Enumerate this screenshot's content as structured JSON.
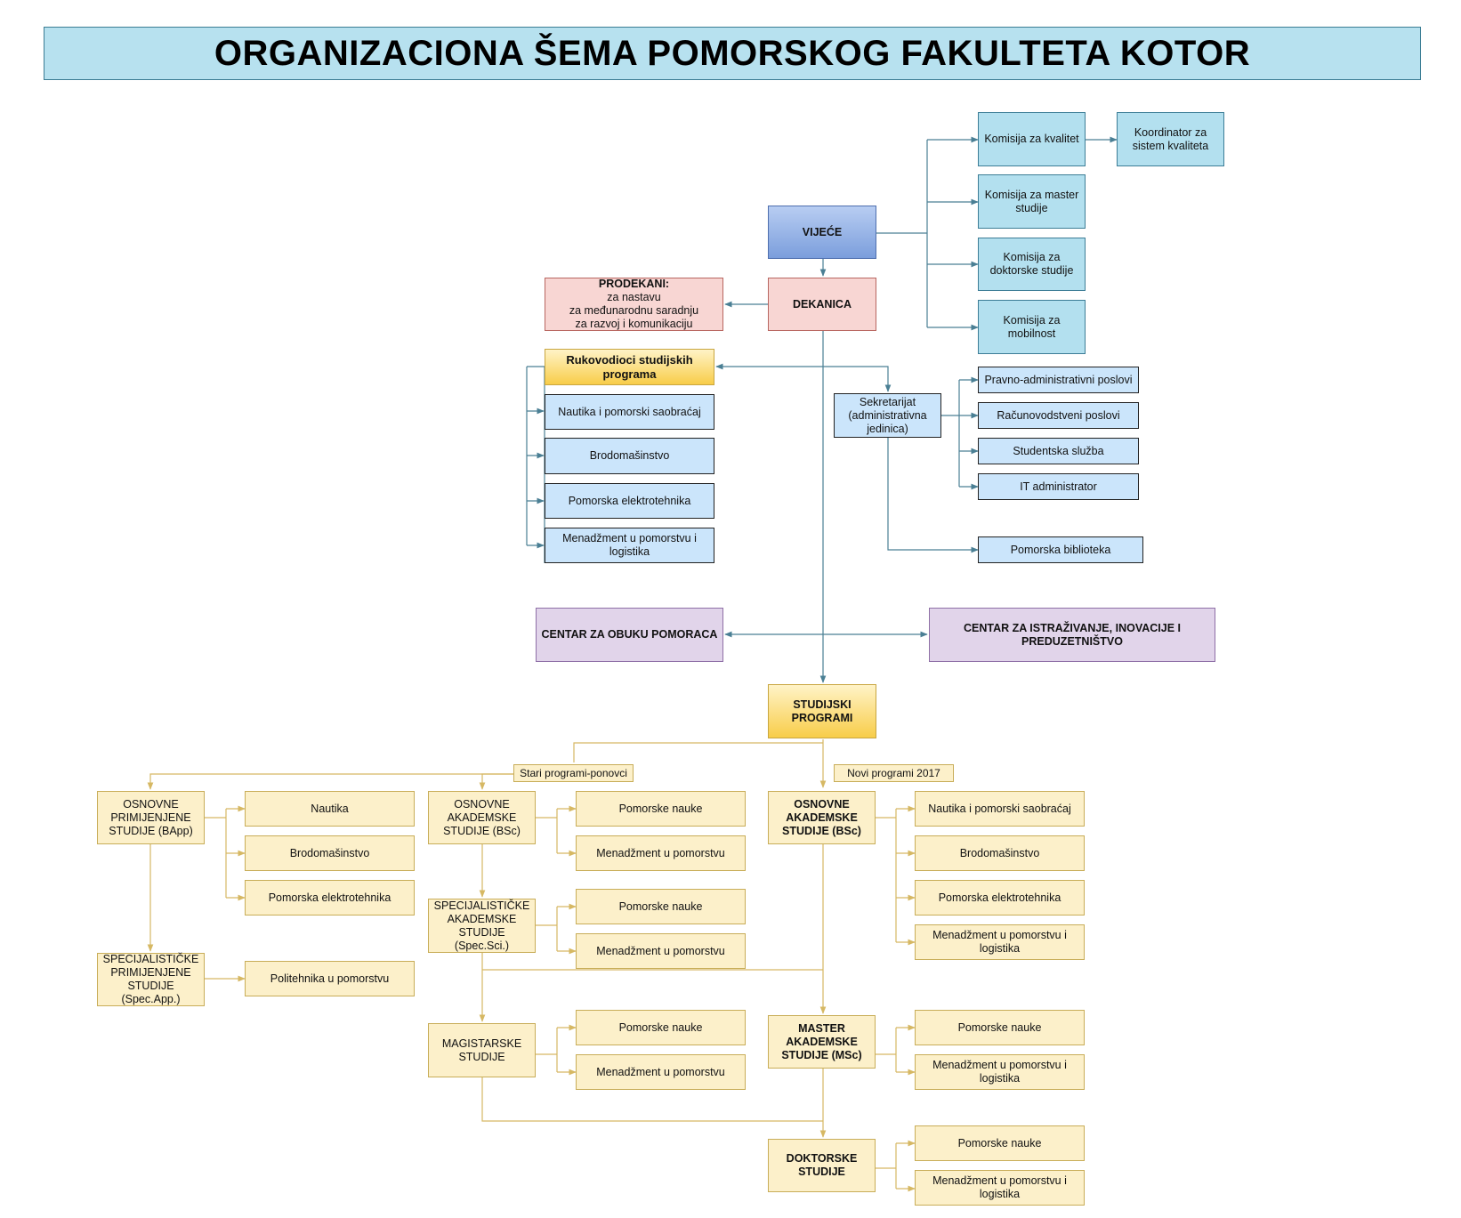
{
  "title": "ORGANIZACIONA ŠEMA POMORSKOG FAKULTETA KOTOR",
  "governance": {
    "vijece": "VIJEĆE",
    "dekanica": "DEKANICA",
    "prodekani": {
      "heading": "PRODEKANI:",
      "lines": [
        "za nastavu",
        "za međunarodnu saradnju",
        "za razvoj i komunikaciju"
      ]
    },
    "komisije": [
      "Komisija za kvalitet",
      "Komisija za master studije",
      "Komisija za doktorske studije",
      "Komisija za mobilnost"
    ],
    "koordinator": "Koordinator za sistem kvaliteta"
  },
  "rukovodioci": {
    "heading": "Rukovodioci studijskih programa",
    "programs": [
      "Nautika i pomorski saobraćaj",
      "Brodomašinstvo",
      "Pomorska elektrotehnika",
      "Menadžment u pomorstvu i logistika"
    ]
  },
  "sekretarijat": {
    "label": "Sekretarijat (administrativna jedinica)",
    "units": [
      "Pravno-administrativni poslovi",
      "Računovodstveni poslovi",
      "Studentska služba",
      "IT administrator"
    ],
    "biblioteka": "Pomorska biblioteka"
  },
  "centri": {
    "obuka": "CENTAR ZA OBUKU POMORACA",
    "istrazivanje": "CENTAR ZA ISTRAŽIVANJE, INOVACIJE I PREDUZETNIŠTVO"
  },
  "studijski": {
    "root": "STUDIJSKI PROGRAMI",
    "stari_label": "Stari programi-ponovci",
    "novi_label": "Novi programi 2017",
    "stari": {
      "bapp": "OSNOVNE PRIMIJENJENE STUDIJE (BApp)",
      "bapp_programs": [
        "Nautika",
        "Brodomašinstvo",
        "Pomorska elektrotehnika"
      ],
      "specapp": "SPECIJALISTIČKE PRIMIJENJENE STUDIJE (Spec.App.)",
      "specapp_programs": [
        "Politehnika u pomorstvu"
      ],
      "bsc": "OSNOVNE AKADEMSKE STUDIJE (BSc)",
      "bsc_programs": [
        "Pomorske nauke",
        "Menadžment u pomorstvu"
      ],
      "specsci": "SPECIJALISTIČKE AKADEMSKE STUDIJE (Spec.Sci.)",
      "specsci_programs": [
        "Pomorske nauke",
        "Menadžment u pomorstvu"
      ],
      "magistarske": "MAGISTARSKE STUDIJE",
      "magistarske_programs": [
        "Pomorske nauke",
        "Menadžment u pomorstvu"
      ]
    },
    "novi": {
      "bsc": "OSNOVNE AKADEMSKE STUDIJE (BSc)",
      "bsc_programs": [
        "Nautika i pomorski saobraćaj",
        "Brodomašinstvo",
        "Pomorska elektrotehnika",
        "Menadžment u pomorstvu i logistika"
      ],
      "msc": "MASTER AKADEMSKE STUDIJE (MSc)",
      "msc_programs": [
        "Pomorske nauke",
        "Menadžment u pomorstvu i logistika"
      ],
      "doktorske": "DOKTORSKE STUDIJE",
      "doktorske_programs": [
        "Pomorske nauke",
        "Menadžment u pomorstvu i logistika"
      ]
    }
  },
  "colors": {
    "top_connector": "#4a7f94",
    "study_connector": "#d6b863",
    "title_bg": "#b7e1ef",
    "cream_bg": "#fcf0ca",
    "purple_bg": "#e1d4ea"
  }
}
